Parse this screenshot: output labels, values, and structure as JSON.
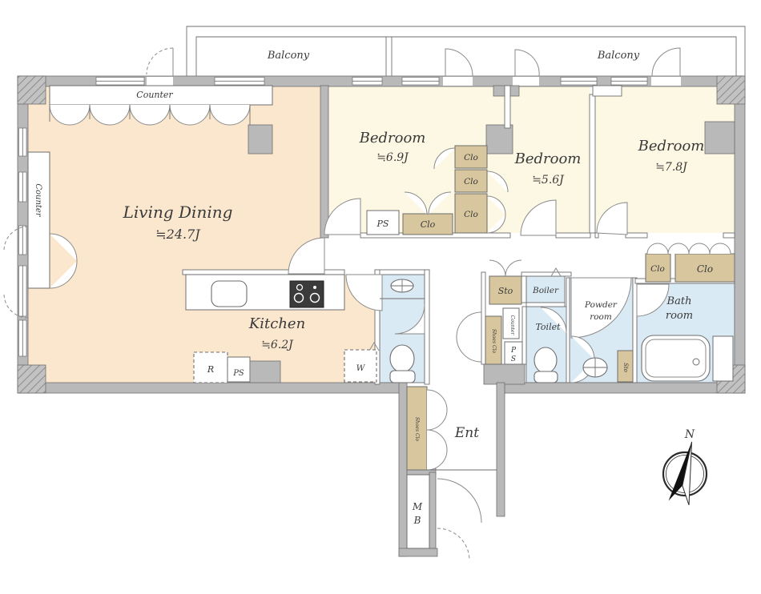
{
  "colors": {
    "living": "#FAE7CE",
    "bedroom": "#FCF8E3",
    "wet": "#DAEAF5",
    "closet": "#D8C79E",
    "wall": "#B9B9B9",
    "line": "#6E6E6E",
    "text": "#3A3A3A"
  },
  "balcony": {
    "left_label": "Balcony",
    "right_label": "Balcony"
  },
  "rooms": {
    "living_dining": {
      "name": "Living Dining",
      "size": "≒24.7J"
    },
    "kitchen": {
      "name": "Kitchen",
      "size": "≒6.2J"
    },
    "bedroom_a": {
      "name": "Bedroom",
      "size": "≒6.9J"
    },
    "bedroom_b": {
      "name": "Bedroom",
      "size": "≒5.6J"
    },
    "bedroom_c": {
      "name": "Bedroom",
      "size": "≒7.8J"
    },
    "bath": {
      "name_line1": "Bath",
      "name_line2": "room"
    },
    "powder": {
      "name_line1": "Powder",
      "name_line2": "room"
    },
    "toilet": {
      "name": "Toilet"
    },
    "boiler": {
      "name": "Boiler"
    },
    "entrance": {
      "name": "Ent"
    },
    "meter_box": {
      "letters": [
        "M",
        "B"
      ]
    }
  },
  "labels": {
    "counter": "Counter",
    "clo": "Clo",
    "sto": "Sto",
    "shoes_clo": "Shoes Clo",
    "ps": "PS",
    "ps_stacked": [
      "P",
      "S"
    ],
    "refrigerator": "R",
    "washer": "W",
    "north": "N"
  }
}
